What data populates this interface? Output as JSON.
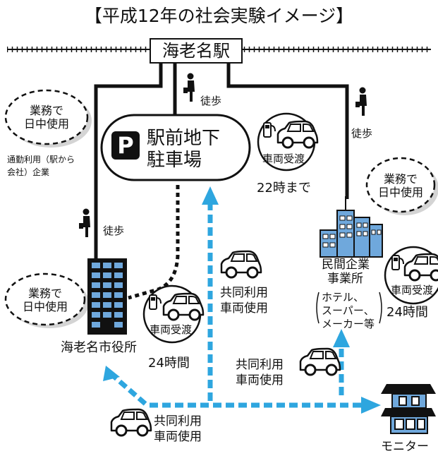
{
  "title": "【平成12年の社会実験イメージ】",
  "station": {
    "name": "海老名駅"
  },
  "parking": {
    "letter": "P",
    "line1": "駅前地下",
    "line2": "駐車場",
    "handover": "車両受渡",
    "hours": "22時まで"
  },
  "walk_label": "徒歩",
  "bubble_text": {
    "line1": "業務で",
    "line2": "日中使用"
  },
  "commute_note": {
    "line1": "通勤利用（駅から",
    "line2": "会社）企業"
  },
  "city_hall": {
    "name": "海老名市役所",
    "handover": "車両受渡",
    "hours": "24時間"
  },
  "company": {
    "line1": "民間企業",
    "line2": "事業所",
    "handover": "車両受渡",
    "hours": "24時間",
    "examples": [
      "ホテル、",
      "スーパー、",
      "メーカー等"
    ]
  },
  "shared_use": {
    "line1": "共同利用",
    "line2": "車両使用"
  },
  "monitor": {
    "label": "モニター"
  },
  "colors": {
    "arrow": "#2ea6df",
    "ink": "#111111",
    "shade": "#cccccc"
  }
}
